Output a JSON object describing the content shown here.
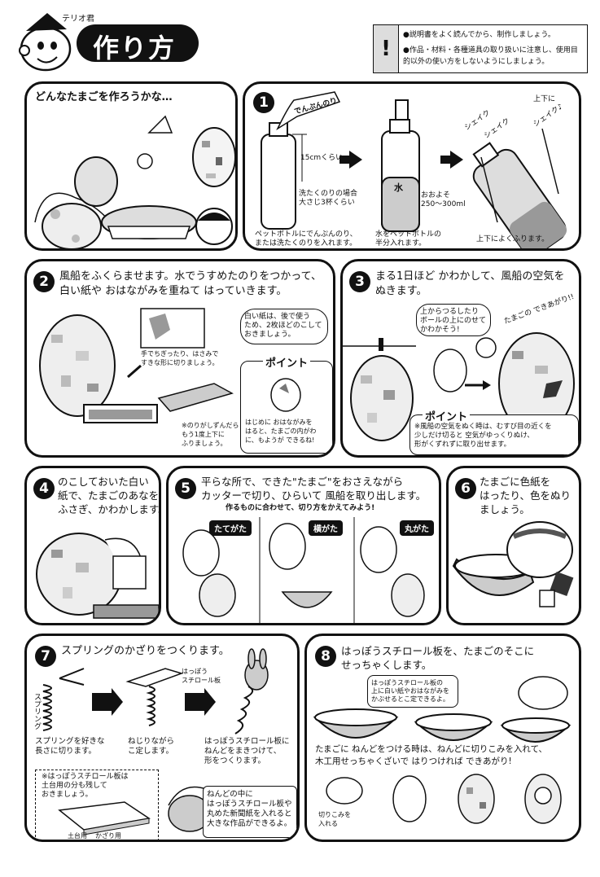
{
  "header": {
    "character_name": "テリオ君",
    "title": "作り方"
  },
  "caution": {
    "items": [
      "●説明書をよく読んでから、制作しましょう。",
      "●作品・材料・各種道具の取り扱いに注意し、使用目的以外の使い方をしないようにしましょう。"
    ]
  },
  "intro": {
    "question": "どんなたまごを作ろうかな…"
  },
  "step1": {
    "number": "1",
    "glue_label": "でんぷんのり",
    "height_label": "15cmくらい",
    "laundry_label": "洗たくのりの場合\n大さじ3杯くらい",
    "water_label": "水",
    "amount_label": "おおよそ\n250〜300ml",
    "shake_labels": [
      "シェイク",
      "シェイク",
      "シェイク♪",
      "上下に"
    ],
    "caption_a": "ペットボトルにでんぷんのり、\nまたは洗たくのりを入れます。",
    "caption_b": "水をペットボトルの\n半分入れます。",
    "caption_c": "上下によくふります。"
  },
  "step2": {
    "number": "2",
    "title": "風船をふくらませます。水でうすめたのりをつかって、\n白い紙や おはながみを重ねて はっていきます。",
    "paper_note": "手でちぎったり、はさみで\nすきな形に切りましょう。",
    "keep_note": "白い紙は、後で使う\nため、2枚ほどのこして\nおきましょう。",
    "point_label": "ポイント",
    "point_text": "はじめに おはながみを\nはると、たまごの内がわ\nに、もようが できるね!",
    "thin_note": "※のりがしずんだら\nもう1度上下に\nふりましょう。"
  },
  "step3": {
    "number": "3",
    "title": "まる1日ほど かわかして、風船の空気を\nぬきます。",
    "bubble": "上からつるしたり\nボールの上にのせて\nかわかそう!",
    "done_label": "たまごの できあがり!!",
    "point_label": "ポイント",
    "point_text": "※風船の空気をぬく時は、むすび目の近くを\n少しだけ切ると 空気がゆっくりぬけ、\n形がくずれずに取り出せます。"
  },
  "step4": {
    "number": "4",
    "title": "のこしておいた白い\n紙で、たまごのあなを\nふさぎ、かわかします。"
  },
  "step5": {
    "number": "5",
    "title": "平らな所で、できた\"たまご\"をおさえながら\nカッターで切り、ひらいて 風船を取り出します。",
    "subtitle": "作るものに合わせて、切り方をかえてみよう!",
    "cuts": [
      "たてがた",
      "横がた",
      "丸がた"
    ]
  },
  "step6": {
    "number": "6",
    "title": "たまごに色紙を\nはったり、色をぬり\nましょう。"
  },
  "step7": {
    "number": "7",
    "title": "スプリングのかざりをつくります。",
    "spring_label": "スプリング",
    "board_label": "はっぽう\nスチロール板",
    "caption_a": "スプリングを好きな\n長さに切ります。",
    "caption_b": "ねじりながら\nこ定します。",
    "caption_c": "はっぽうスチロール板に\nねんどをまきつけて、\n形をつくります。",
    "note": "※はっぽうスチロール板は\n土台用の分も残して\nおきましょう。",
    "base_label": "土台用",
    "deco_label": "かざり用",
    "tip": "ねんどの中に\nはっぽうスチロール板や\n丸めた新聞紙を入れると\n大きな作品ができるよ。"
  },
  "step8": {
    "number": "8",
    "title": "はっぽうスチロール板を、たまごのそこに\nせっちゃくします。",
    "bubble": "はっぽうスチロール板の\n上に白い紙やおはながみを\nかぶせるとこ定できるよ。",
    "caption": "たまごに ねんどをつける時は、ねんどに切りこみを入れて、\n木工用せっちゃくざいで はりつければ できあがり!",
    "cut_label": "切りこみを\n入れる"
  }
}
